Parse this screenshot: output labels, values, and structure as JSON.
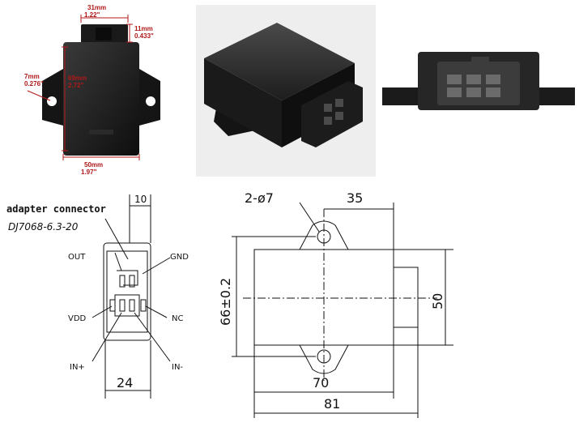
{
  "photo_dimensions": {
    "top_width": {
      "mm": "31mm",
      "inch": "1.22\""
    },
    "tab_height": {
      "mm": "11mm",
      "inch": "0.433\""
    },
    "hole_dia": {
      "mm": "7mm",
      "inch": "0.276\""
    },
    "body_height": {
      "mm": "69mm",
      "inch": "2.72\""
    },
    "bottom_width": {
      "mm": "50mm",
      "inch": "1.97\""
    }
  },
  "drawing_left": {
    "connector_title": "adapter connector",
    "connector_part": "DJ7068-6.3-20",
    "dim_top": "10",
    "dim_bottom": "24",
    "pins": {
      "out": "OUT",
      "gnd": "GND",
      "vdd": "VDD",
      "nc": "NC",
      "in_plus": "IN+",
      "in_minus": "IN-"
    }
  },
  "drawing_right": {
    "hole_spec": "2-ø7",
    "dim_top": "35",
    "dim_left": "66±0.2",
    "dim_right": "50",
    "dim_inner": "70",
    "dim_outer": "81"
  }
}
